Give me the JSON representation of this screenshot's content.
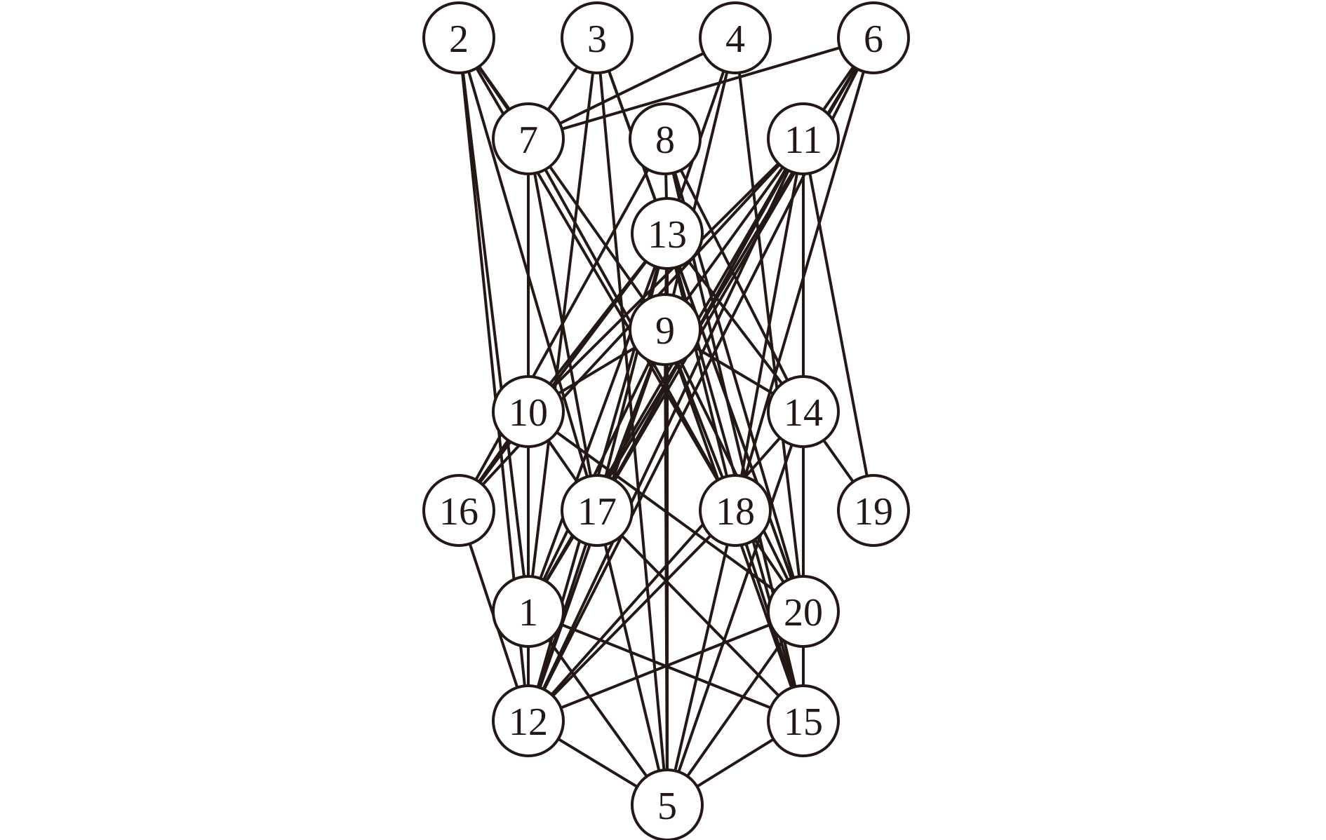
{
  "colors": {
    "line": "#231815",
    "node_fill": "#ffffff",
    "background": "#ffffff"
  },
  "nodes": [
    {
      "id": "2",
      "label": "2"
    },
    {
      "id": "3",
      "label": "3"
    },
    {
      "id": "4",
      "label": "4"
    },
    {
      "id": "6",
      "label": "6"
    },
    {
      "id": "7",
      "label": "7"
    },
    {
      "id": "8",
      "label": "8"
    },
    {
      "id": "11",
      "label": "11"
    },
    {
      "id": "13",
      "label": "13"
    },
    {
      "id": "9",
      "label": "9"
    },
    {
      "id": "10",
      "label": "10"
    },
    {
      "id": "14",
      "label": "14"
    },
    {
      "id": "16",
      "label": "16"
    },
    {
      "id": "17",
      "label": "17"
    },
    {
      "id": "18",
      "label": "18"
    },
    {
      "id": "19",
      "label": "19"
    },
    {
      "id": "1",
      "label": "1"
    },
    {
      "id": "20",
      "label": "20"
    },
    {
      "id": "12",
      "label": "12"
    },
    {
      "id": "15",
      "label": "15"
    },
    {
      "id": "5",
      "label": "5"
    }
  ],
  "edges": [
    [
      "2",
      "7"
    ],
    [
      "2",
      "9"
    ],
    [
      "2",
      "12"
    ],
    [
      "2",
      "1"
    ],
    [
      "2",
      "17"
    ],
    [
      "2",
      "18"
    ],
    [
      "3",
      "7"
    ],
    [
      "3",
      "13"
    ],
    [
      "3",
      "1"
    ],
    [
      "3",
      "20"
    ],
    [
      "3",
      "5"
    ],
    [
      "4",
      "7"
    ],
    [
      "4",
      "13"
    ],
    [
      "4",
      "9"
    ],
    [
      "4",
      "20"
    ],
    [
      "6",
      "7"
    ],
    [
      "6",
      "11"
    ],
    [
      "6",
      "12"
    ],
    [
      "6",
      "1"
    ],
    [
      "6",
      "17"
    ],
    [
      "6",
      "18"
    ],
    [
      "7",
      "12"
    ],
    [
      "7",
      "17"
    ],
    [
      "7",
      "18"
    ],
    [
      "8",
      "13"
    ],
    [
      "8",
      "16"
    ],
    [
      "8",
      "14"
    ],
    [
      "8",
      "20"
    ],
    [
      "8",
      "15"
    ],
    [
      "11",
      "16"
    ],
    [
      "11",
      "17"
    ],
    [
      "11",
      "18"
    ],
    [
      "11",
      "14"
    ],
    [
      "11",
      "20"
    ],
    [
      "11",
      "19"
    ],
    [
      "11",
      "12"
    ],
    [
      "11",
      "1"
    ],
    [
      "11",
      "10"
    ],
    [
      "11",
      "15"
    ],
    [
      "11",
      "9"
    ],
    [
      "13",
      "10"
    ],
    [
      "13",
      "17"
    ],
    [
      "13",
      "18"
    ],
    [
      "13",
      "14"
    ],
    [
      "13",
      "20"
    ],
    [
      "13",
      "15"
    ],
    [
      "13",
      "1"
    ],
    [
      "13",
      "12"
    ],
    [
      "13",
      "5"
    ],
    [
      "13",
      "16"
    ],
    [
      "13",
      "9"
    ],
    [
      "9",
      "10"
    ],
    [
      "9",
      "17"
    ],
    [
      "9",
      "18"
    ],
    [
      "9",
      "14"
    ],
    [
      "9",
      "20"
    ],
    [
      "9",
      "15"
    ],
    [
      "9",
      "1"
    ],
    [
      "9",
      "12"
    ],
    [
      "9",
      "5"
    ],
    [
      "10",
      "16"
    ],
    [
      "10",
      "17"
    ],
    [
      "10",
      "12"
    ],
    [
      "10",
      "1"
    ],
    [
      "10",
      "20"
    ],
    [
      "14",
      "12"
    ],
    [
      "14",
      "5"
    ],
    [
      "14",
      "19"
    ],
    [
      "14",
      "20"
    ],
    [
      "14",
      "15"
    ],
    [
      "16",
      "12"
    ],
    [
      "17",
      "12"
    ],
    [
      "17",
      "5"
    ],
    [
      "17",
      "15"
    ],
    [
      "18",
      "12"
    ],
    [
      "18",
      "5"
    ],
    [
      "18",
      "15"
    ],
    [
      "18",
      "20"
    ],
    [
      "1",
      "15"
    ],
    [
      "1",
      "5"
    ],
    [
      "20",
      "5"
    ],
    [
      "20",
      "15"
    ],
    [
      "20",
      "12"
    ],
    [
      "12",
      "5"
    ],
    [
      "15",
      "5"
    ]
  ]
}
